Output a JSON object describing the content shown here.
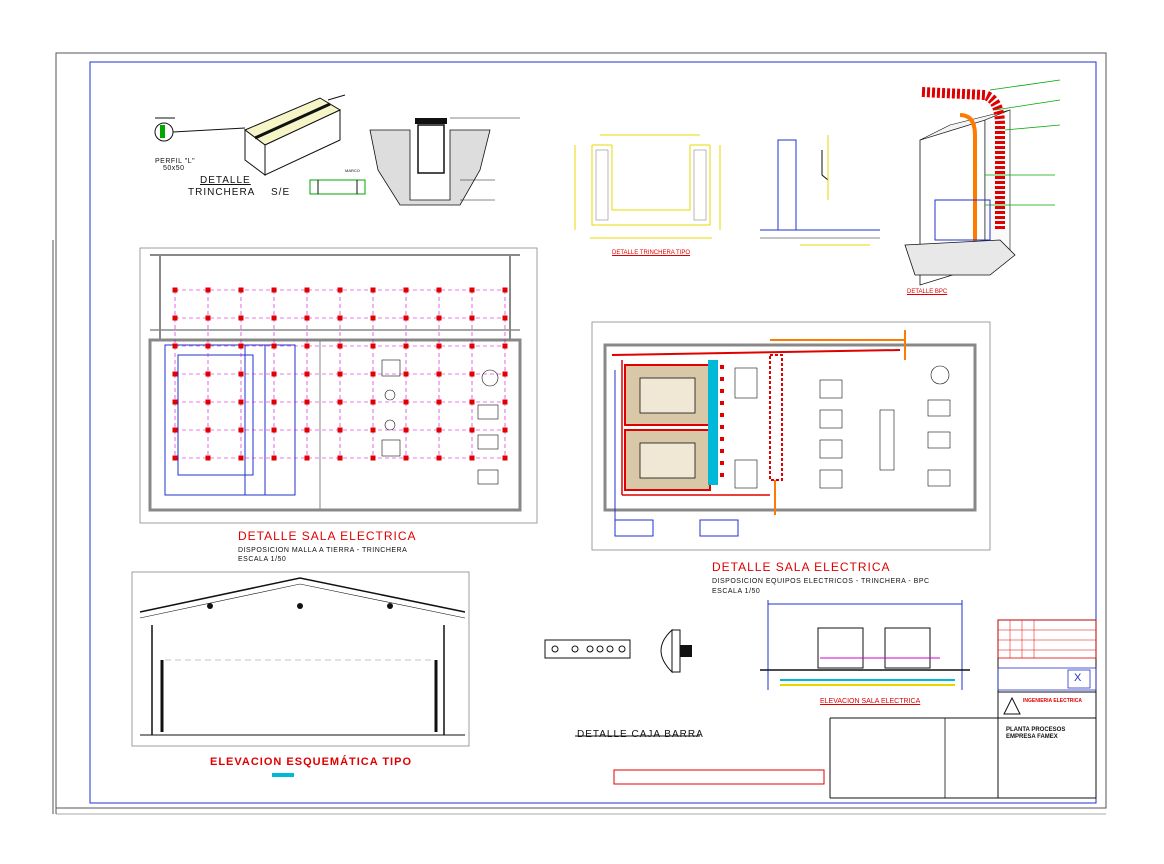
{
  "colors": {
    "red": "#e00000",
    "blue": "#2233cc",
    "magenta": "#d000d0",
    "yellow": "#e8d800",
    "green": "#00a800",
    "cyan": "#00b8d8",
    "gray": "#808080",
    "black": "#111111",
    "orange": "#ff7a00"
  },
  "detalle_trinchera": {
    "title_line1": "DETALLE",
    "title_line2": "TRINCHERA",
    "scale": "S/E",
    "perfil_label": "PERFIL \"L\"",
    "perfil_size": "50x50"
  },
  "trinchera_tipo": {
    "title": "DETALLE TRINCHERA TIPO"
  },
  "bpc_detail": {
    "title": "DETALLE BPC"
  },
  "sala_malla": {
    "title": "DETALLE SALA ELECTRICA",
    "subtitle": "DISPOSICION MALLA A TIERRA - TRINCHERA",
    "scale": "ESCALA 1/50"
  },
  "sala_equipos": {
    "title": "DETALLE SALA ELECTRICA",
    "subtitle": "DISPOSICION EQUIPOS ELECTRICOS - TRINCHERA - BPC",
    "scale": "ESCALA 1/50"
  },
  "elevacion_tipo": {
    "title": "ELEVACION ESQUEMÁTICA TIPO"
  },
  "caja_barra": {
    "title": "DETALLE CAJA BARRA"
  },
  "elevacion_sala": {
    "title": "ELEVACION SALA ELECTRICA"
  },
  "title_block": {
    "discipline": "INGENIERIA ELECTRICA",
    "project_line1": "PLANTA PROCESOS",
    "project_line2": "EMPRESA FAMEX",
    "revision_mark": "X"
  }
}
